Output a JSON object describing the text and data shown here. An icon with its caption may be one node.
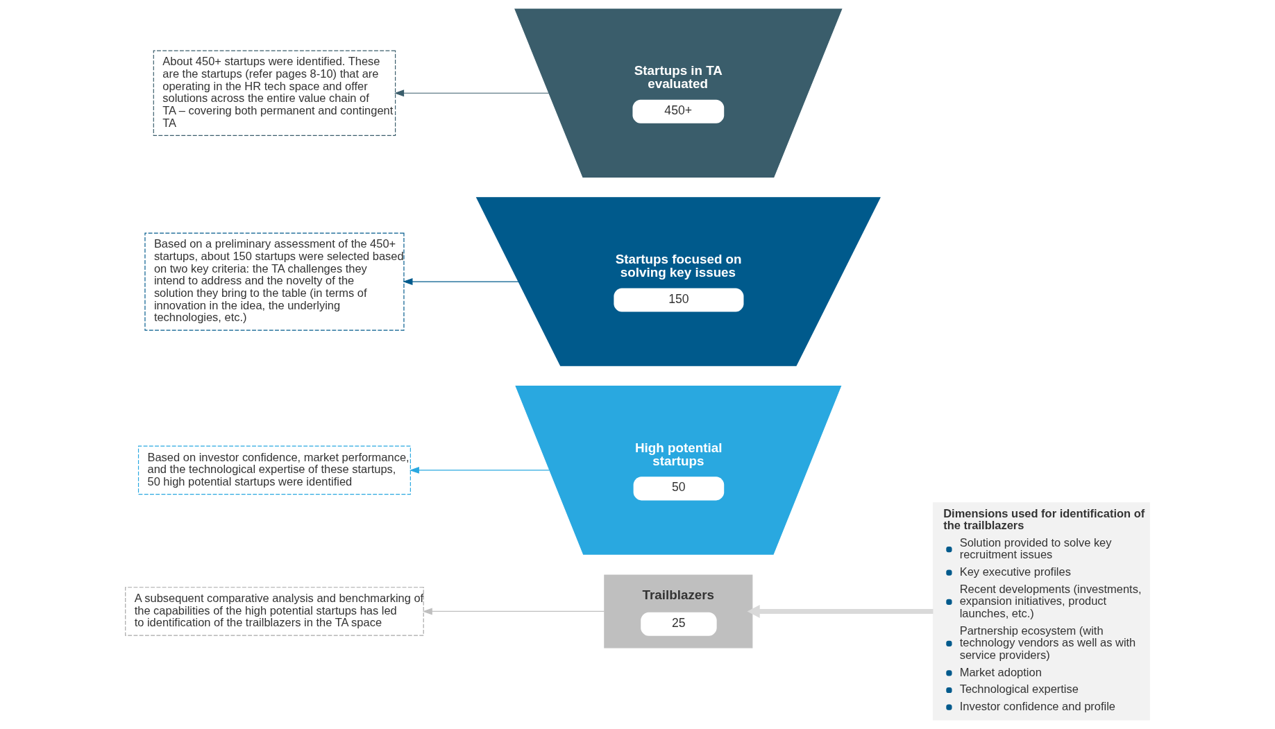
{
  "diagram": {
    "nodes": [
      {
        "text": [
          "Startups in TA evaluated",
          "450+"
        ]
      },
      {
        "text": [
          "Startups focused on solving key issues",
          "150"
        ]
      },
      {
        "text": [
          "High potential startups",
          "50"
        ]
      },
      {
        "text": [
          "Trailblazers",
          "25"
        ]
      },
      {
        "text": [
          "About 450+ startups were identified. These are the startups (refer pages 8-10) that are operating in the HR tech space and offer solutions across the entire value chain of TA – covering both permanent and contingent TA"
        ]
      },
      {
        "text": [
          "Based on a preliminary assessment of the 450+ startups, about 150 startups were selected based on two key criteria: the TA challenges they intend to address and the novelty of the solution they bring to the table (in terms of innovation in the idea, the underlying technologies, etc.)"
        ]
      },
      {
        "text": [
          "Based on investor confidence, market performance, and the technological expertise of these startups, 50 high potential startups were identified"
        ]
      },
      {
        "text": [
          "A subsequent comparative analysis and benchmarking of the capabilities of the high potential startups has led to identification of the trailblazers in the TA space"
        ]
      },
      {
        "text": [
          "Dimensions used for identification of the trailblazers",
          "Solution provided to solve key recruitment issues",
          "Key executive profiles",
          "Recent developments (investments, expansion initiatives, product launches, etc.)",
          "Partnership ecosystem (with technology vendors as well as with service providers)",
          "Market adoption",
          "Technological expertise",
          "Investor confidence and profile"
        ]
      }
    ],
    "edges": [
      {
        "from": 0,
        "to": 4,
        "arrow": "to",
        "color": "#3a5d6b"
      },
      {
        "from": 1,
        "to": 5,
        "arrow": "to",
        "color": "#005a8c"
      },
      {
        "from": 2,
        "to": 6,
        "arrow": "to",
        "color": "#29a8e0"
      },
      {
        "from": 3,
        "to": 7,
        "arrow": "to",
        "color": "#bfbfbf"
      },
      {
        "from": 8,
        "to": 3,
        "arrow": "to",
        "style": "thick",
        "color": "#d9d9d9"
      }
    ]
  }
}
